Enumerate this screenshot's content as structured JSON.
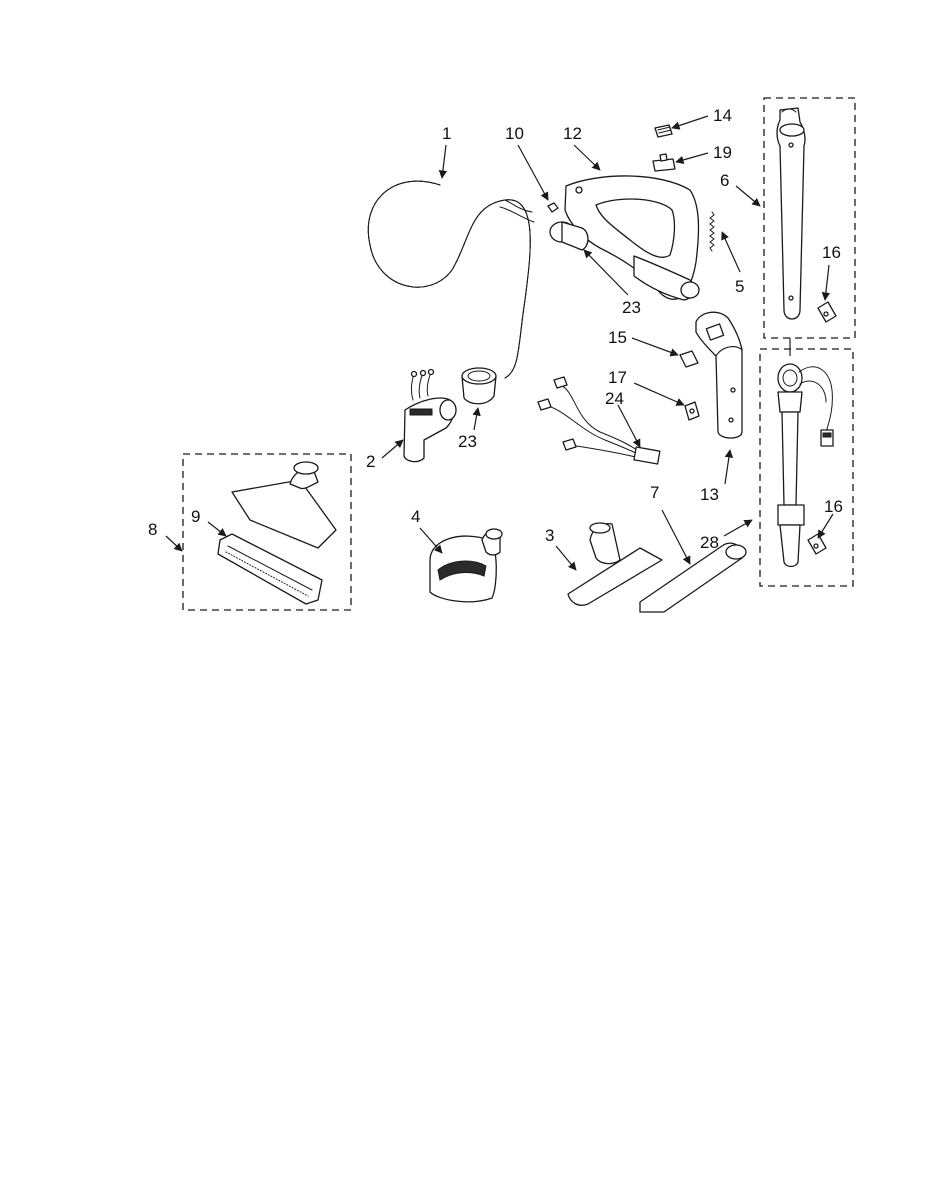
{
  "callouts": {
    "c1": "1",
    "c10": "10",
    "c12": "12",
    "c14": "14",
    "c19": "19",
    "c6": "6",
    "c16a": "16",
    "c5": "5",
    "c23a": "23",
    "c15": "15",
    "c17": "17",
    "c24": "24",
    "c2": "2",
    "c23b": "23",
    "c13": "13",
    "c7": "7",
    "c28": "28",
    "c16b": "16",
    "c8": "8",
    "c9": "9",
    "c4": "4",
    "c3": "3"
  },
  "icons": {
    "hose": "hose-icon",
    "handle": "handle-icon",
    "wand": "wand-icon",
    "brush": "floor-brush-icon",
    "power_nozzle": "turbo-brush-icon",
    "crevice": "crevice-tool-icon",
    "wiring": "wire-harness-icon"
  },
  "colors": {
    "line": "#1a1a1a",
    "background": "#ffffff"
  }
}
